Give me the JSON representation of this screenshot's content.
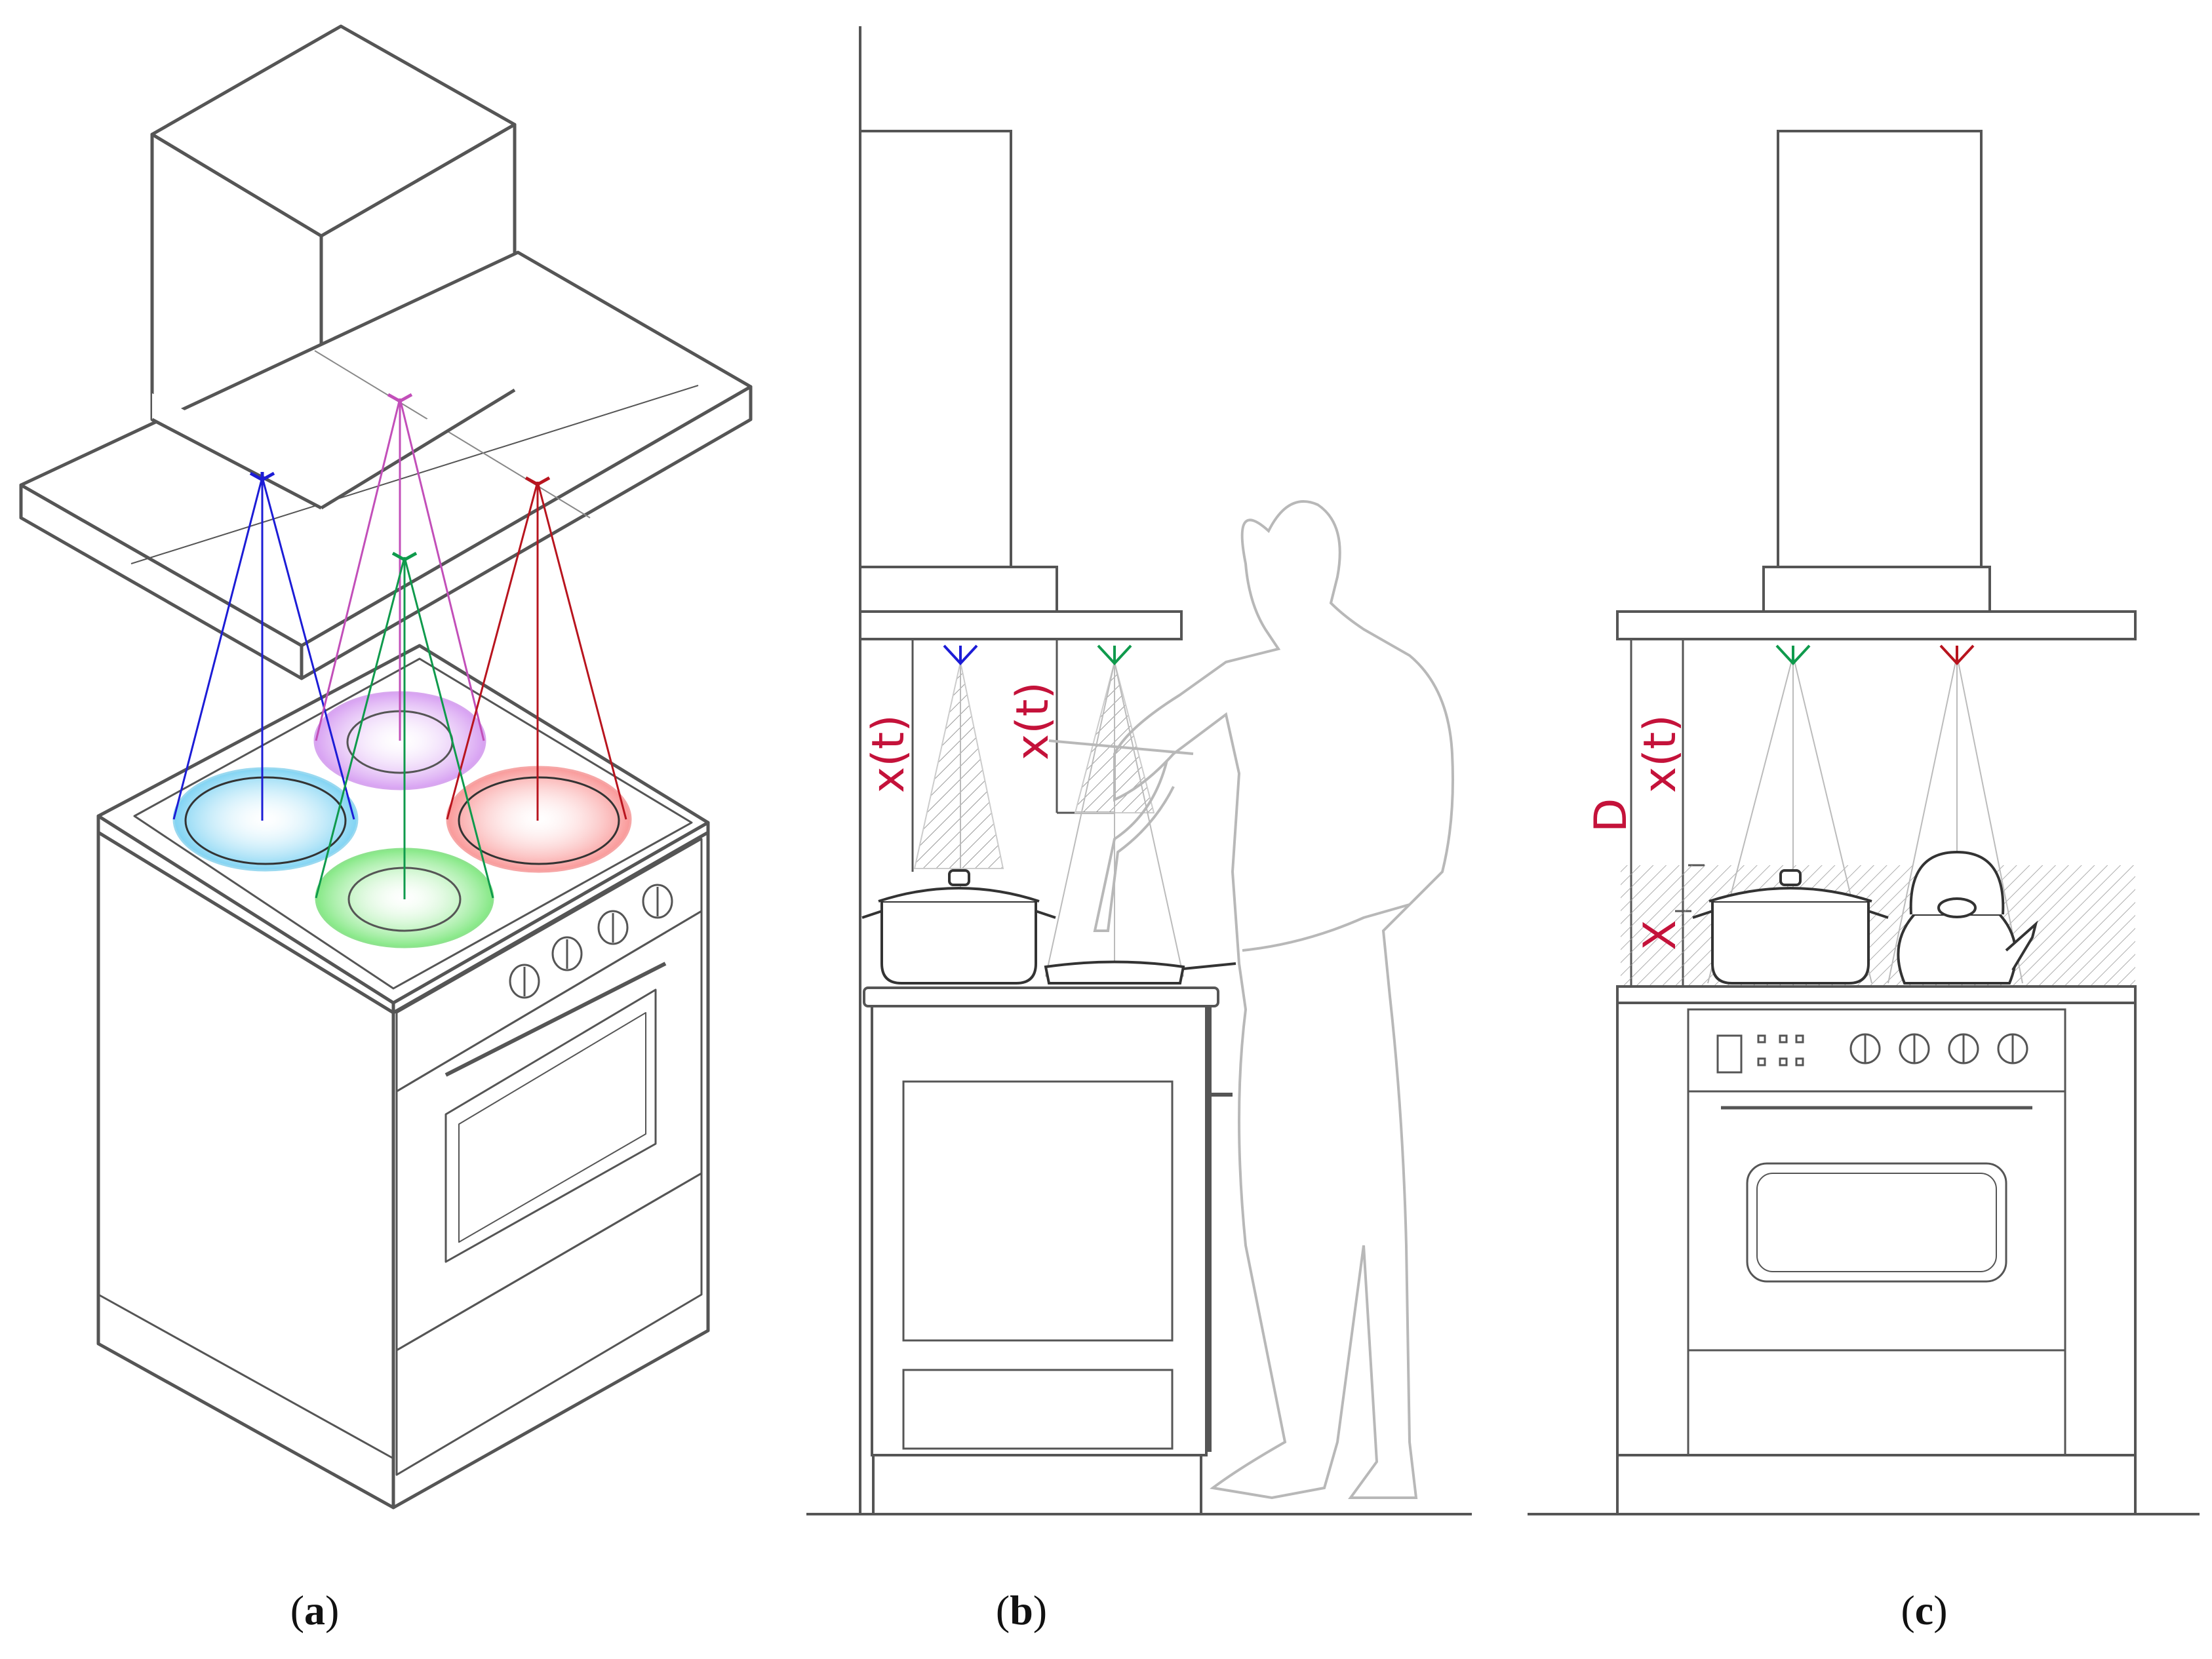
{
  "panels": [
    {
      "id": "a",
      "caption_open": "(",
      "caption_letter": "a",
      "caption_close": ")"
    },
    {
      "id": "b",
      "caption_open": "(",
      "caption_letter": "b",
      "caption_close": ")",
      "labels": {
        "left_distance": "x(t)",
        "right_distance": "x(t)"
      }
    },
    {
      "id": "c",
      "caption_open": "(",
      "caption_letter": "c",
      "caption_close": ")",
      "labels": {
        "total_height": "D",
        "sensor_distance": "x(t)",
        "object_height": "X"
      }
    }
  ],
  "colors": {
    "line": "#555555",
    "light_line": "#bdbdbd",
    "label": "#c4123a",
    "sensor_blue": "#1c1cd6",
    "sensor_pink": "#c24fb9",
    "sensor_green": "#0f9a4c",
    "sensor_red": "#b8141e",
    "burner_blue": "#8fd7f2",
    "burner_purple": "#d9a5f0",
    "burner_green": "#8ee68e",
    "burner_red": "#f7a0a0"
  }
}
